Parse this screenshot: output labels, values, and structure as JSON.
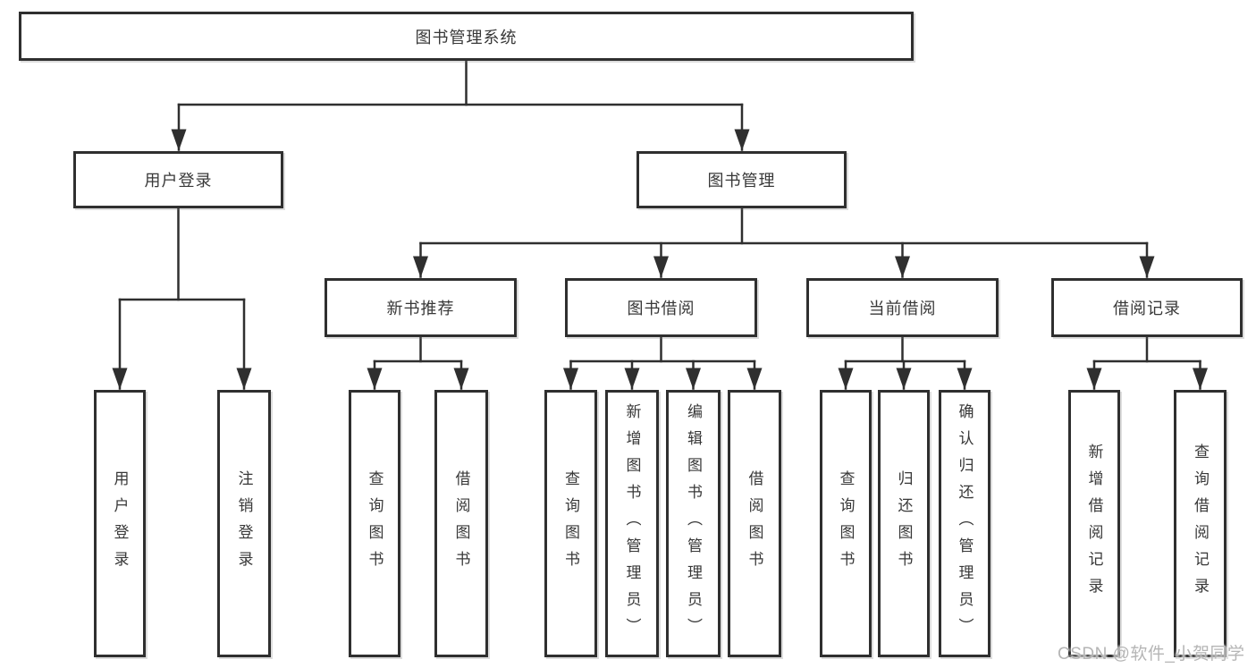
{
  "diagram_title": "图书管理系统",
  "nodes": {
    "root": {
      "label": "图书管理系统"
    },
    "user_login": {
      "label": "用户登录",
      "children": [
        {
          "label": "用户登录"
        },
        {
          "label": "注销登录"
        }
      ]
    },
    "book_mgmt": {
      "label": "图书管理",
      "children": {
        "new_book_rec": {
          "label": "新书推荐",
          "children": [
            {
              "label": "查询图书"
            },
            {
              "label": "借阅图书"
            }
          ]
        },
        "book_borrow": {
          "label": "图书借阅",
          "children": [
            {
              "label": "查询图书"
            },
            {
              "label": "新增图书（管理员）"
            },
            {
              "label": "编辑图书（管理员）"
            },
            {
              "label": "借阅图书"
            }
          ]
        },
        "current_borrow": {
          "label": "当前借阅",
          "children": [
            {
              "label": "查询图书"
            },
            {
              "label": "归还图书"
            },
            {
              "label": "确认归还（管理员）"
            }
          ]
        },
        "borrow_records": {
          "label": "借阅记录",
          "children": [
            {
              "label": "新增借阅记录"
            },
            {
              "label": "查询借阅记录"
            }
          ]
        }
      }
    }
  },
  "watermark": {
    "text": "CSDN @软件_小贺同学"
  },
  "colors": {
    "line": "#2f2f2f",
    "box_border": "#2f2f2f",
    "text": "#383838",
    "watermark": "#b5b5b5",
    "background": "#ffffff"
  }
}
